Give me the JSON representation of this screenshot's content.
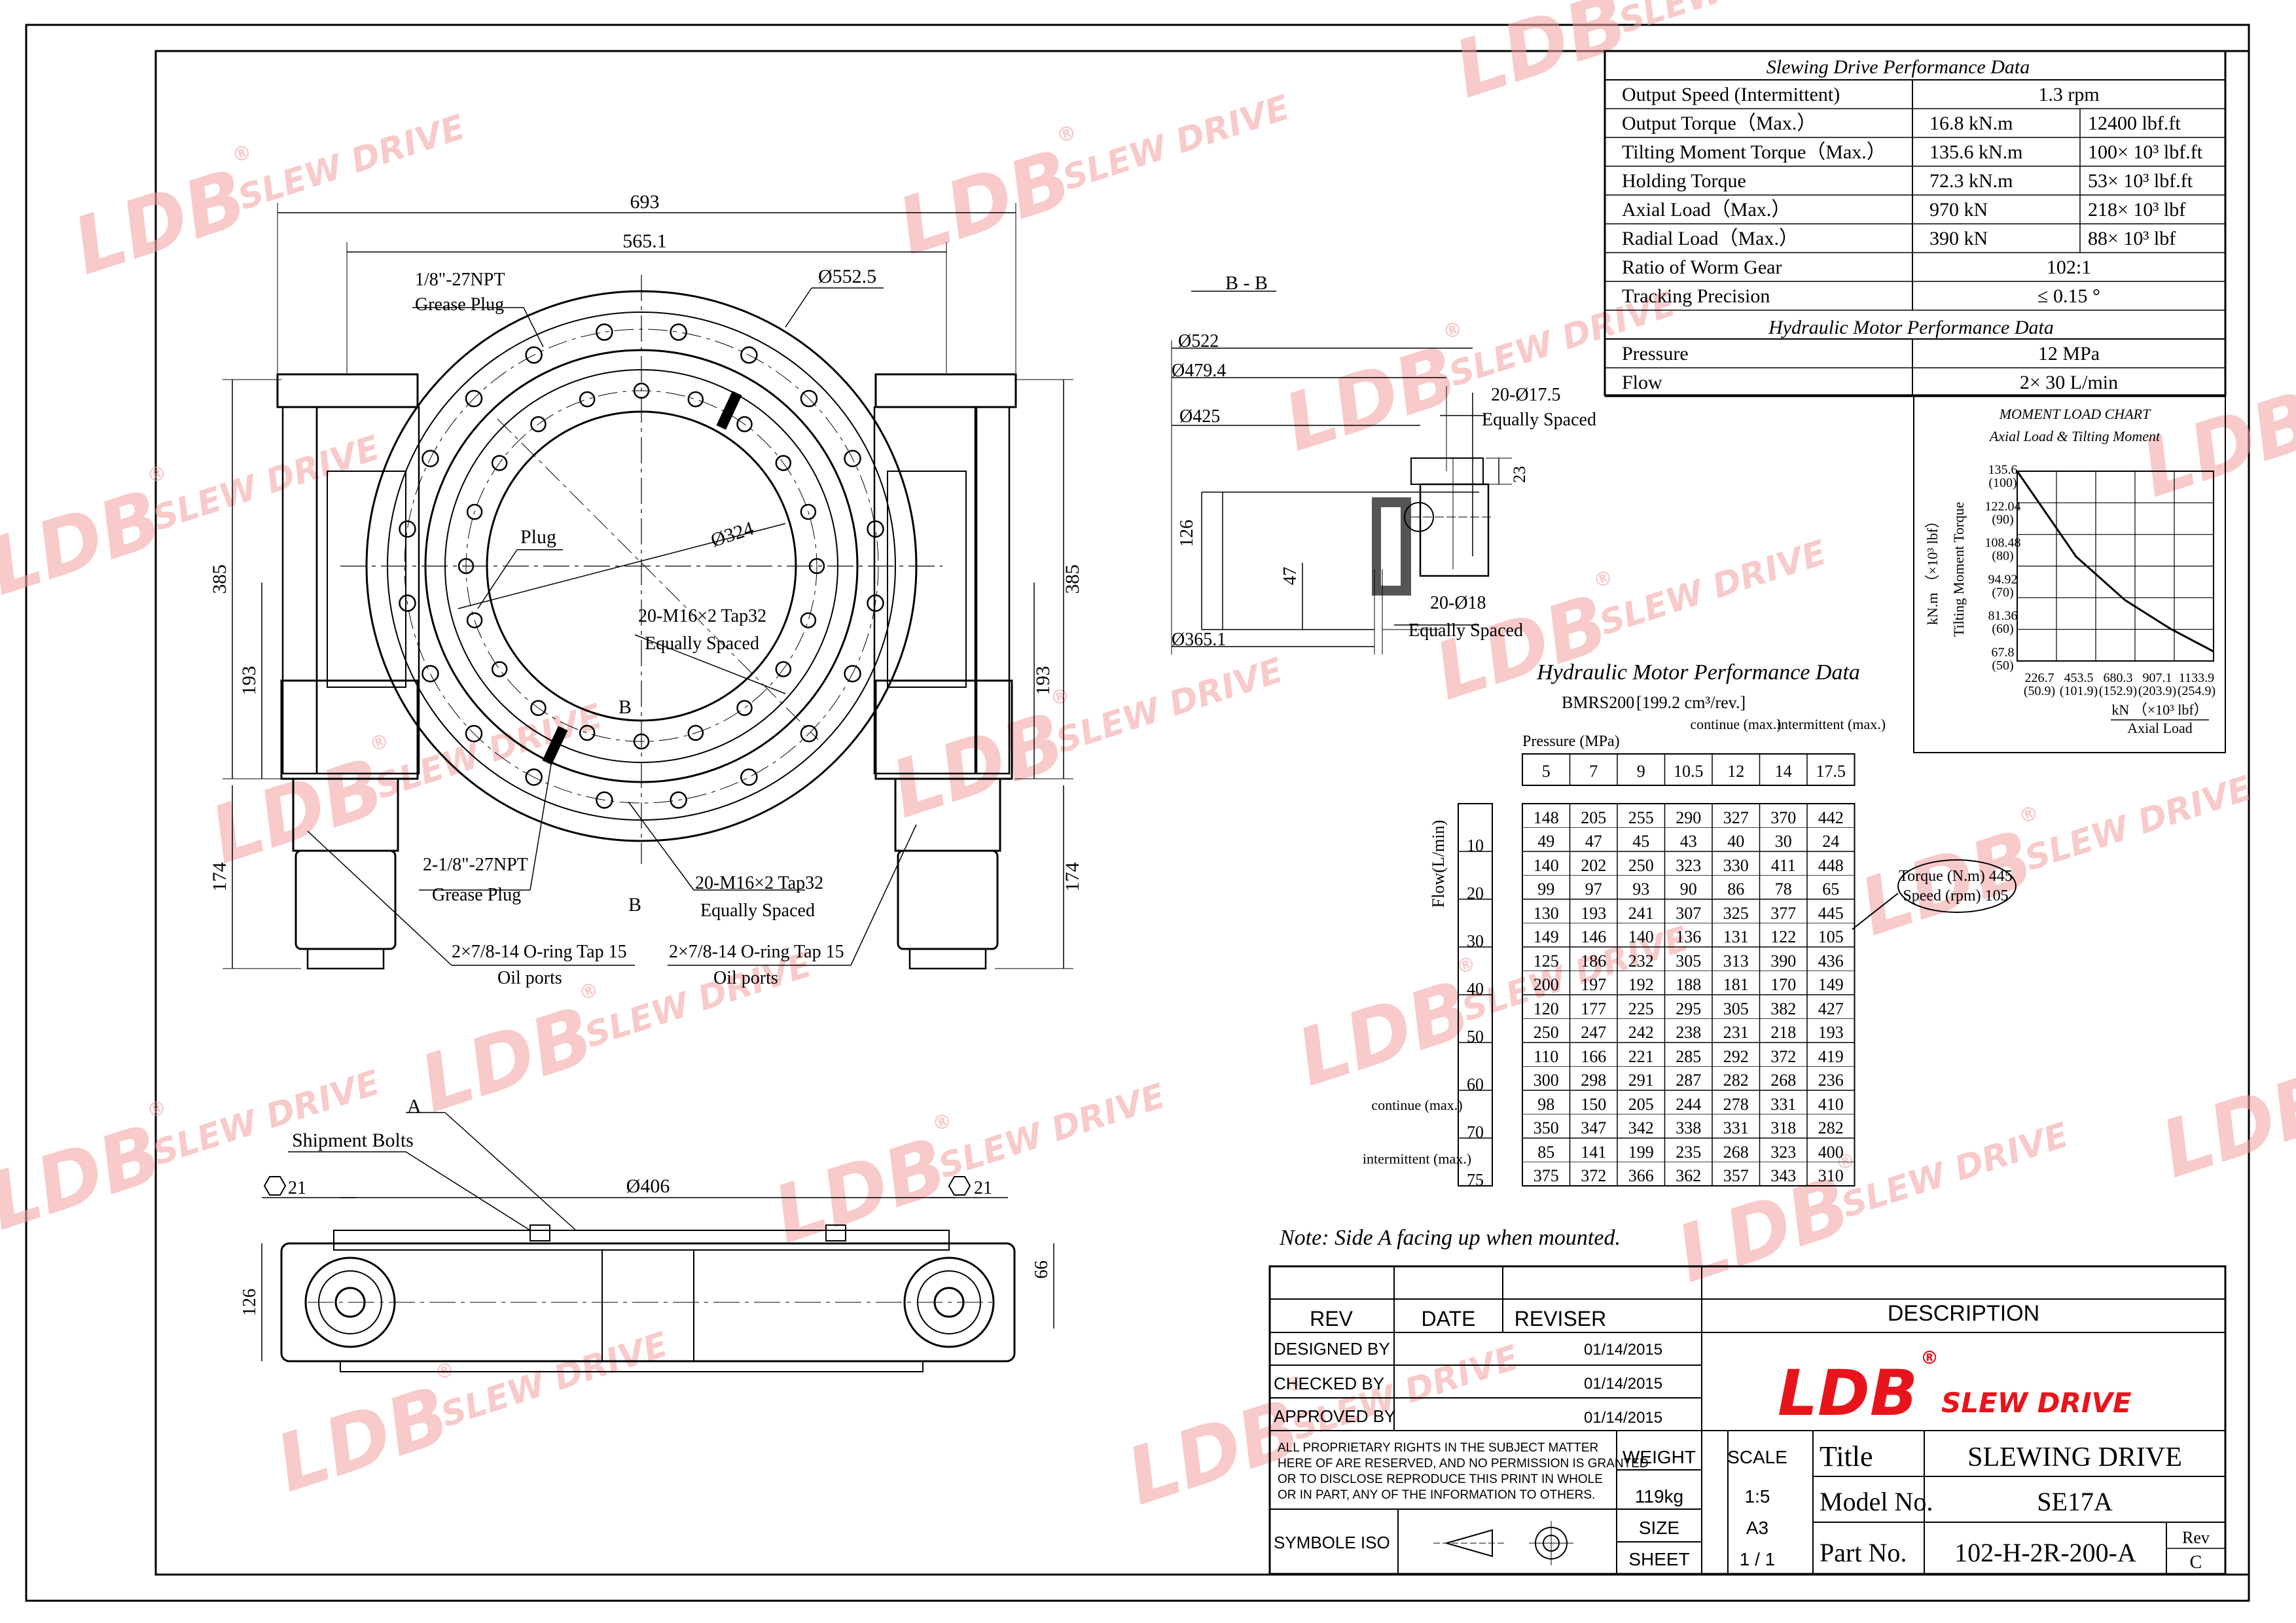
{
  "watermark": {
    "logo": "LDB",
    "tag": "SLEW DRIVE",
    "reg": "®"
  },
  "perf": {
    "title": "Slewing Drive Performance Data",
    "rows": [
      {
        "label": "Output Speed (Intermittent)",
        "v1": "1.3 rpm",
        "v2": ""
      },
      {
        "label": "Output Torque（Max.）",
        "v1": "16.8 kN.m",
        "v2": "12400 lbf.ft"
      },
      {
        "label": "Tilting Moment Torque（Max.）",
        "v1": "135.6 kN.m",
        "v2": "100× 10³ lbf.ft"
      },
      {
        "label": "Holding Torque",
        "v1": "72.3 kN.m",
        "v2": "53× 10³ lbf.ft"
      },
      {
        "label": "Axial Load（Max.）",
        "v1": "970 kN",
        "v2": "218× 10³ lbf"
      },
      {
        "label": "Radial Load（Max.）",
        "v1": "390 kN",
        "v2": "88× 10³ lbf"
      },
      {
        "label": "Ratio of Worm Gear",
        "v1": "102:1",
        "v2": ""
      },
      {
        "label": "Tracking Precision",
        "v1": "≤ 0.15 °",
        "v2": ""
      }
    ],
    "hyd_title": "Hydraulic Motor Performance Data",
    "hyd_rows": [
      {
        "label": "Pressure",
        "v1": "12 MPa"
      },
      {
        "label": "Flow",
        "v1": "2× 30 L/min"
      }
    ]
  },
  "moment_chart": {
    "title": "MOMENT LOAD CHART",
    "subtitle": "Axial Load & Tilting Moment",
    "ylabel": "kN.m （×10³ lbf）",
    "ylabel2": "Tilting Moment Torque",
    "xunit": "kN （×10³ lbf）",
    "xlabel": "Axial Load",
    "yticks": [
      {
        "v": "135.6",
        "s": "(100)"
      },
      {
        "v": "122.04",
        "s": "(90)"
      },
      {
        "v": "108.48",
        "s": "(80)"
      },
      {
        "v": "94.92",
        "s": "(70)"
      },
      {
        "v": "81.36",
        "s": "(60)"
      },
      {
        "v": "67.8",
        "s": "(50)"
      }
    ],
    "xticks": [
      {
        "v": "226.7",
        "s": "(50.9)"
      },
      {
        "v": "453.5",
        "s": "(101.9)"
      },
      {
        "v": "680.3",
        "s": "(152.9)"
      },
      {
        "v": "907.1",
        "s": "(203.9)"
      },
      {
        "v": "1133.9",
        "s": "(254.9)"
      }
    ]
  },
  "hyd_table": {
    "title": "Hydraulic Motor Performance Data",
    "model": "BMRS200",
    "disp": "[199.2 cm³/rev.]",
    "pressure_label": "Pressure (MPa)",
    "continue_label": "continue (max.)",
    "intermittent_label": "intermittent (max.)",
    "pressures": [
      "5",
      "7",
      "9",
      "10.5",
      "12",
      "14",
      "17.5"
    ],
    "flow_label": "Flow(L/min)",
    "flows": [
      "10",
      "20",
      "30",
      "40",
      "50",
      "60",
      "70",
      "75"
    ],
    "rows": [
      {
        "torque": [
          "148",
          "205",
          "255",
          "290",
          "327",
          "370",
          "442"
        ],
        "speed": [
          "49",
          "47",
          "45",
          "43",
          "40",
          "30",
          "24"
        ]
      },
      {
        "torque": [
          "140",
          "202",
          "250",
          "323",
          "330",
          "411",
          "448"
        ],
        "speed": [
          "99",
          "97",
          "93",
          "90",
          "86",
          "78",
          "65"
        ]
      },
      {
        "torque": [
          "130",
          "193",
          "241",
          "307",
          "325",
          "377",
          "445"
        ],
        "speed": [
          "149",
          "146",
          "140",
          "136",
          "131",
          "122",
          "105"
        ]
      },
      {
        "torque": [
          "125",
          "186",
          "232",
          "305",
          "313",
          "390",
          "436"
        ],
        "speed": [
          "200",
          "197",
          "192",
          "188",
          "181",
          "170",
          "149"
        ]
      },
      {
        "torque": [
          "120",
          "177",
          "225",
          "295",
          "305",
          "382",
          "427"
        ],
        "speed": [
          "250",
          "247",
          "242",
          "238",
          "231",
          "218",
          "193"
        ]
      },
      {
        "torque": [
          "110",
          "166",
          "221",
          "285",
          "292",
          "372",
          "419"
        ],
        "speed": [
          "300",
          "298",
          "291",
          "287",
          "282",
          "268",
          "236"
        ]
      },
      {
        "torque": [
          "98",
          "150",
          "205",
          "244",
          "278",
          "331",
          "410"
        ],
        "speed": [
          "350",
          "347",
          "342",
          "338",
          "331",
          "318",
          "282"
        ]
      },
      {
        "torque": [
          "85",
          "141",
          "199",
          "235",
          "268",
          "323",
          "400"
        ],
        "speed": [
          "375",
          "372",
          "366",
          "362",
          "357",
          "343",
          "310"
        ]
      }
    ],
    "callout_torque": "Torque (N.m) 445",
    "callout_speed": "Speed (rpm) 105",
    "row_continue": "continue (max.)",
    "row_intermittent": "intermittent (max.)"
  },
  "plan": {
    "d693": "693",
    "d5651": "565.1",
    "d5525": "Ø552.5",
    "d324": "Ø324",
    "d385": "385",
    "d193": "193",
    "d174": "174",
    "npt1": "1/8\"-27NPT",
    "plug1": "Grease Plug",
    "plug": "Plug",
    "tap_in": "20-M16×2 Tap32",
    "tap_in2": "Equally Spaced",
    "tap_out": "20-M16×2 Tap32",
    "tap_out2": "Equally Spaced",
    "npt2": "2-1/8\"-27NPT",
    "plug2": "Grease Plug",
    "oring1": "2×7/8-14 O-ring Tap 15",
    "oil1": "Oil ports",
    "oring2": "2×7/8-14 O-ring Tap 15",
    "oil2": "Oil ports",
    "sec": "B"
  },
  "section": {
    "title": "B - B",
    "d522": "Ø522",
    "d4794": "Ø479.4",
    "d425": "Ø425",
    "d3651": "Ø365.1",
    "h175": "20-Ø17.5",
    "h175b": "Equally Spaced",
    "h18": "20-Ø18",
    "h18b": "Equally Spaced",
    "h126": "126",
    "h47": "47",
    "h23": "23"
  },
  "side": {
    "a": "A",
    "bolts": "Shipment Bolts",
    "hex1": "21",
    "hex2": "21",
    "d406": "Ø406",
    "h126": "126",
    "h66": "66"
  },
  "note": "Note: Side A facing up when mounted.",
  "title_block": {
    "rev": "REV",
    "date": "DATE",
    "reviser": "REVISER",
    "description": "DESCRIPTION",
    "designed": "DESIGNED BY",
    "checked": "CHECKED BY",
    "approved": "APPROVED BY",
    "date1": "01/14/2015",
    "date2": "01/14/2015",
    "date3": "01/14/2015",
    "rights": [
      "ALL PROPRIETARY RIGHTS IN THE SUBJECT MATTER",
      "HERE OF ARE RESERVED, AND NO PERMISSION IS GRANTED",
      "OR TO DISCLOSE REPRODUCE THIS PRINT IN WHOLE",
      "OR IN PART, ANY OF THE INFORMATION TO OTHERS."
    ],
    "weight_l": "WEIGHT",
    "weight": "119kg",
    "scale_l": "SCALE",
    "scale": "1:5",
    "size_l": "SIZE",
    "size": "A3",
    "sheet_l": "SHEET",
    "sheet": "1  /  1",
    "symbol": "SYMBOLE ISO",
    "logo": "LDB",
    "logo_reg": "®",
    "logo_tag": "SLEW DRIVE",
    "title_l": "Title",
    "title_v": "SLEWING DRIVE",
    "model_l": "Model No.",
    "model_v": "SE17A",
    "part_l": "Part No.",
    "part_v": "102-H-2R-200-A",
    "rev_l": "Rev",
    "rev_v": "C"
  }
}
